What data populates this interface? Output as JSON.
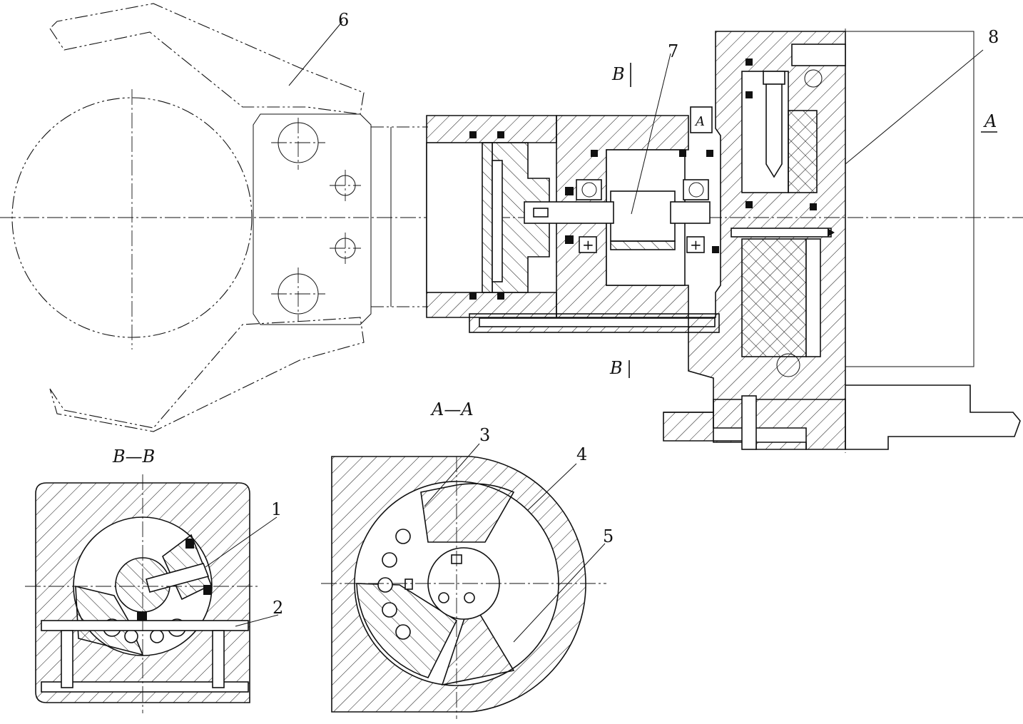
{
  "labels": {
    "part_1": "1",
    "part_2": "2",
    "part_3": "3",
    "part_4": "4",
    "part_5": "5",
    "part_6": "6",
    "part_7": "7",
    "part_8": "8",
    "section_a_mark": "A",
    "section_a_small": "A",
    "section_b_top": "B",
    "section_b_bottom": "B",
    "view_aa": "A—A",
    "view_bb": "B—B"
  }
}
